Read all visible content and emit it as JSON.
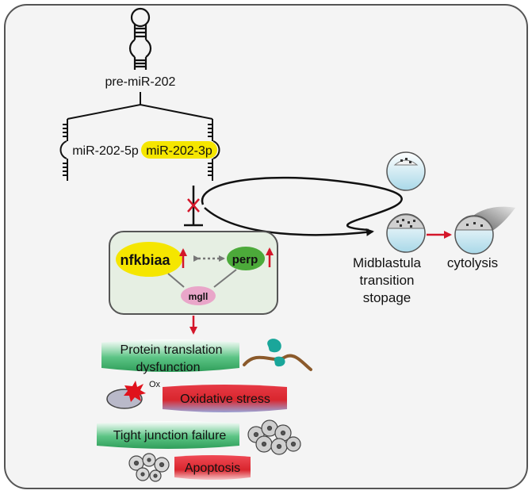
{
  "labels": {
    "pre_mir": "pre-miR-202",
    "mir_5p": "miR-202-5p",
    "mir_3p": "miR-202-3p",
    "nfkbiaa": "nfkbiaa",
    "perp": "perp",
    "mgll": "mgll",
    "protein_line1": "Protein translation",
    "protein_line2": "dysfunction",
    "ox_small": "Ox",
    "oxidative": "Oxidative stress",
    "tight": "Tight junction failure",
    "apoptosis": "Apoptosis",
    "mbt_line1": "Midblastula",
    "mbt_line2": "transition",
    "mbt_line3": "stopage",
    "cytolysis": "cytolysis"
  },
  "colors": {
    "background": "#f4f4f4",
    "frame": "#555555",
    "highlight_yellow": "#f5e600",
    "perp_green": "#4caa3a",
    "mgll_pink": "#e9a6c9",
    "module_bg": "#e6efe3",
    "arrow_red": "#d4162a",
    "green_banner": "#3fae6a",
    "red_banner": "#d9262e",
    "egg_blue": "#bfe3ef"
  }
}
